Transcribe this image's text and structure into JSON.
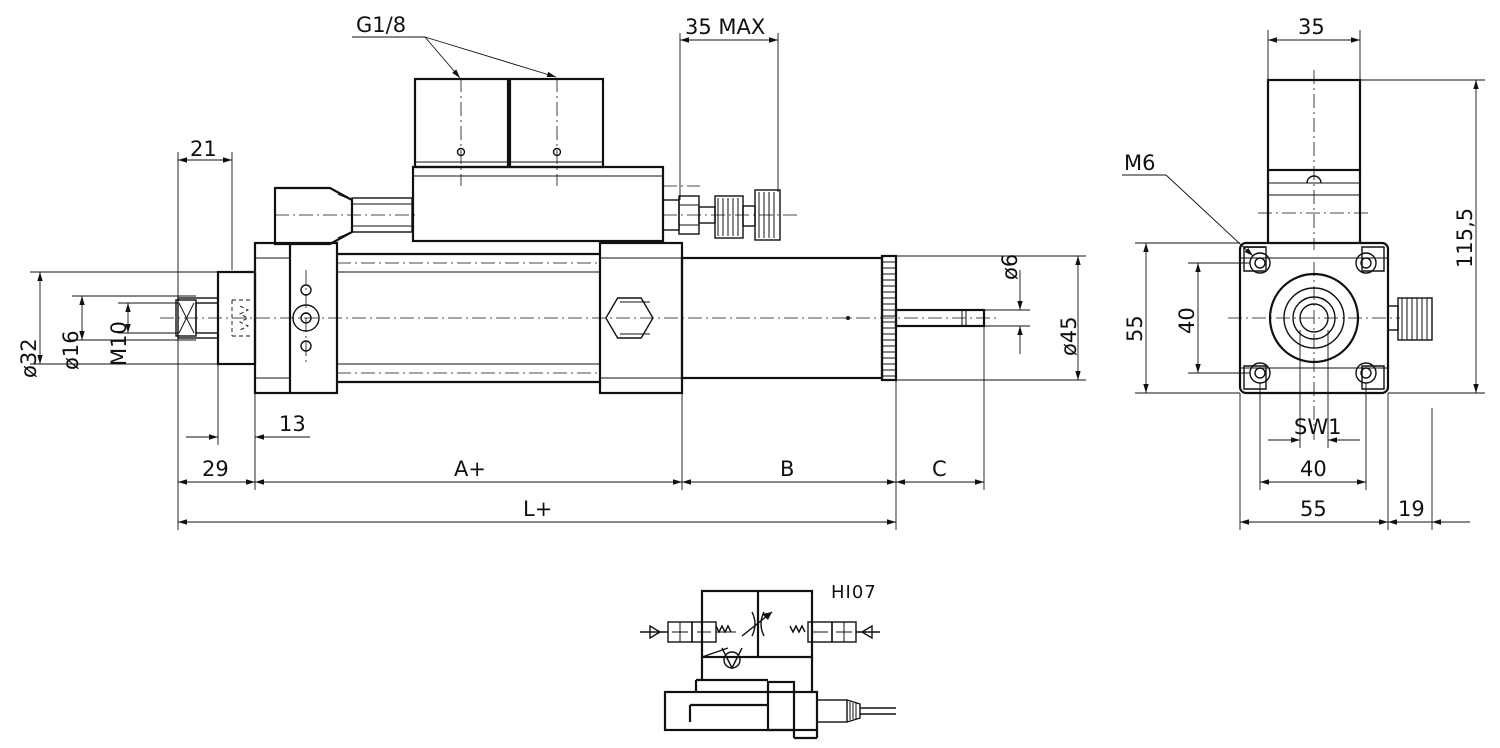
{
  "front_view": {
    "port_label": "G1/8",
    "stroke_label": "35 MAX",
    "d21": "21",
    "d13": "13",
    "d29": "29",
    "dA": "A+",
    "dB": "B",
    "dC": "C",
    "dL": "L+",
    "dia32": "ø32",
    "dia16": "ø16",
    "m10": "M10",
    "dia6": "ø6",
    "dia45": "ø45"
  },
  "side_view": {
    "d35": "35",
    "m6": "M6",
    "d115": "115,5",
    "d55v": "55",
    "d40v": "40",
    "sw1": "SW1",
    "d40h": "40",
    "d55h": "55",
    "d19": "19"
  },
  "schematic": {
    "label": "HI07"
  }
}
